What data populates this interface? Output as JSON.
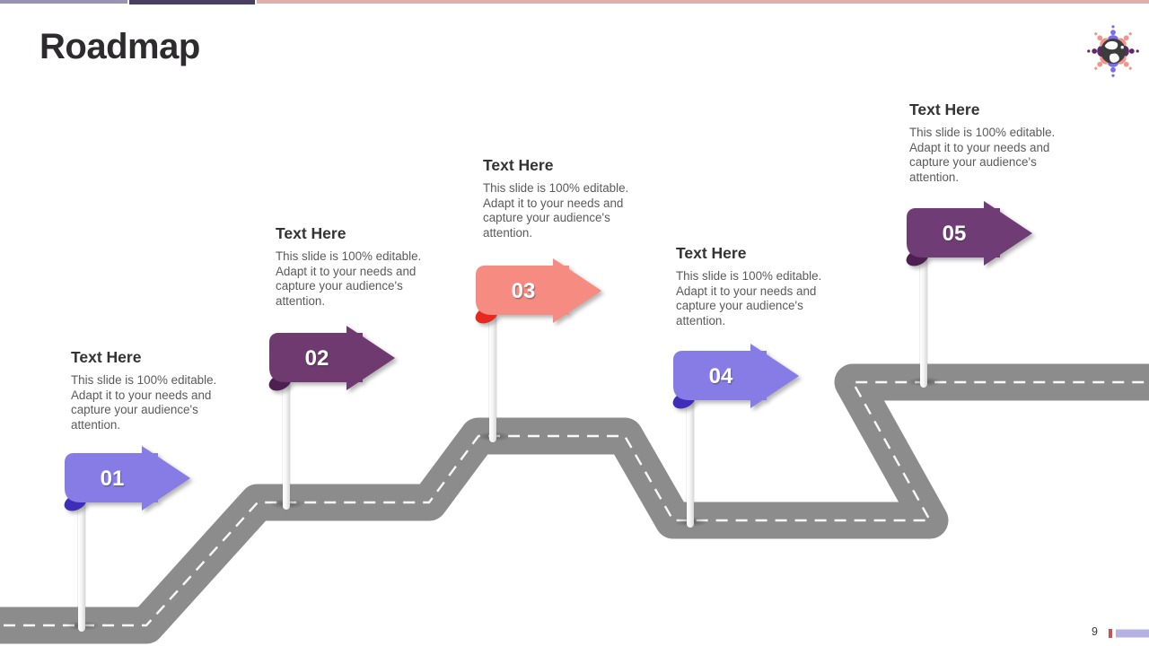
{
  "slide": {
    "title": "Roadmap",
    "page_number": "9"
  },
  "topbar": {
    "segment1_color": "#9992B2",
    "segment2_color": "#494060",
    "segment3_color": "#DDB1A9"
  },
  "road": {
    "color": "#8C8C8C",
    "dash_color": "#FFFFFF"
  },
  "footer": {
    "tick_color": "#C9534E",
    "bar_color": "#B6B0E4"
  },
  "logo": {
    "label": "globe-people-logo",
    "globe_color": "#3C3C3C",
    "purple": "#7A6DE8",
    "salmon": "#F2958C",
    "plum": "#5D2A66"
  },
  "milestones": [
    {
      "number": "01",
      "heading": "Text Here",
      "body": "This slide is 100% editable. Adapt it to your needs and capture your audience's attention.",
      "flag_color": "#877CE6",
      "curl_color": "#3E2DB8"
    },
    {
      "number": "02",
      "heading": "Text Here",
      "body": "This slide is 100% editable. Adapt it to your needs and capture your audience's attention.",
      "flag_color": "#6E3A70",
      "curl_color": "#4E2052"
    },
    {
      "number": "03",
      "heading": "Text Here",
      "body": "This slide is 100% editable. Adapt it to your needs and capture your audience's attention.",
      "flag_color": "#F68B82",
      "curl_color": "#E8271E"
    },
    {
      "number": "04",
      "heading": "Text Here",
      "body": "This slide is 100% editable. Adapt it to your needs and capture your audience's attention.",
      "flag_color": "#877CE6",
      "curl_color": "#3E2DB8"
    },
    {
      "number": "05",
      "heading": "Text Here",
      "body": "This slide is 100% editable. Adapt it to your needs and capture your audience's attention.",
      "flag_color": "#703C76",
      "curl_color": "#4E2052"
    }
  ]
}
